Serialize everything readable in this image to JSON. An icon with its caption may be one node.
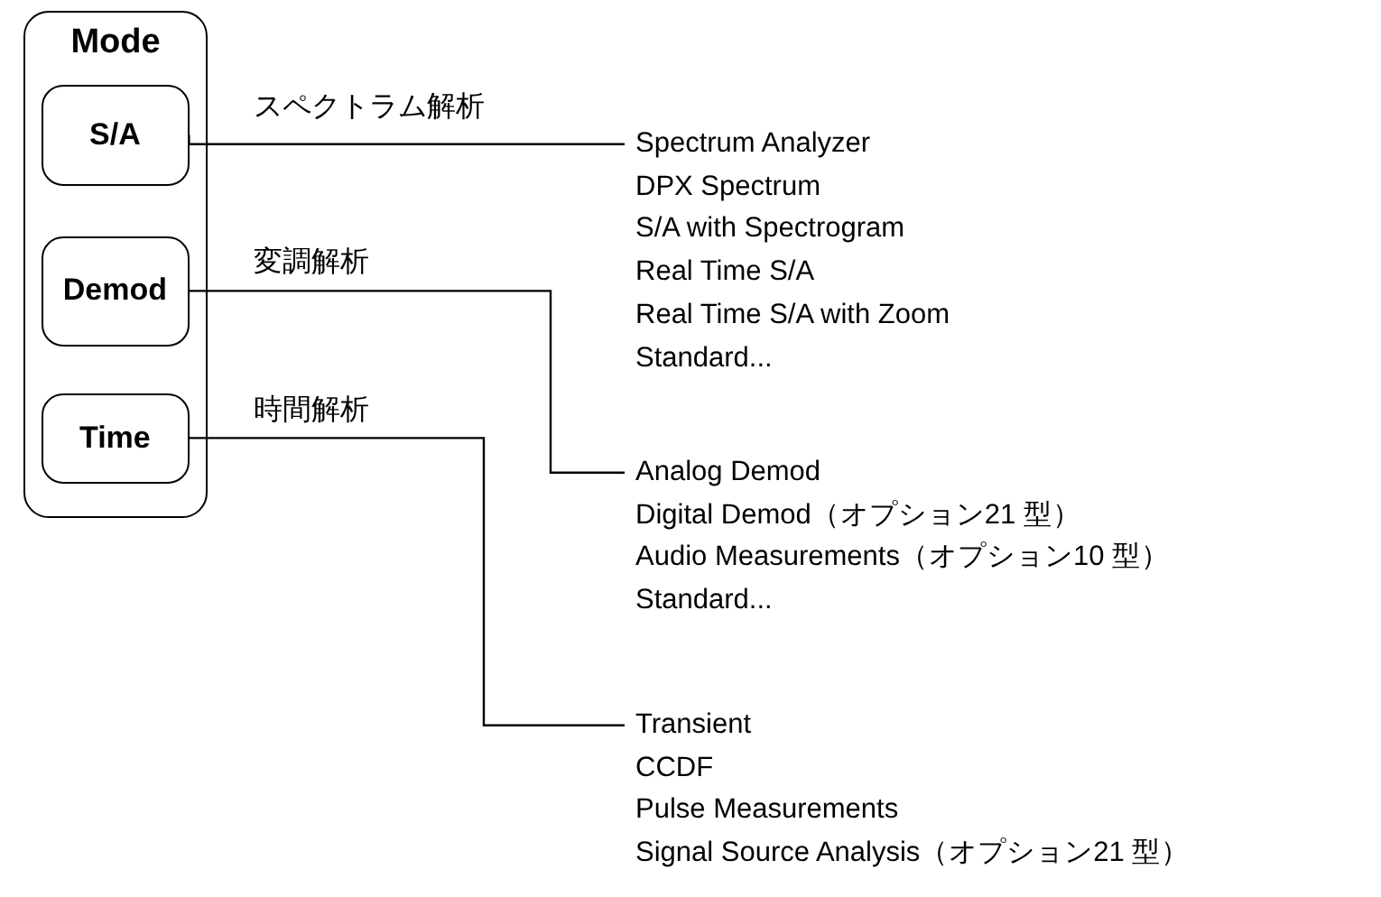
{
  "diagram": {
    "nodes": [
      {
        "text": [
          "Mode"
        ]
      },
      {
        "text": [
          "S/A"
        ],
        "in": 0
      },
      {
        "text": [
          "Demod"
        ],
        "in": 0
      },
      {
        "text": [
          "Time"
        ],
        "in": 0
      },
      {
        "text": [
          "Spectrum Analyzer",
          "DPX Spectrum",
          "S/A with Spectrogram",
          "Real Time S/A",
          "Real Time S/A with Zoom",
          "Standard..."
        ]
      },
      {
        "text": [
          "Analog Demod",
          "Digital Demod（オプション21 型）",
          "Audio Measurements（オプション10 型）",
          "Standard..."
        ]
      },
      {
        "text": [
          "Transient",
          "CCDF",
          "Pulse Measurements",
          "Signal Source Analysis（オプション21 型）"
        ]
      }
    ],
    "edges": [
      {
        "from": 1,
        "to": 4,
        "arrow": "none",
        "label": "スペクトラム解析"
      },
      {
        "from": 2,
        "to": 5,
        "arrow": "none",
        "label": "変調解析"
      },
      {
        "from": 3,
        "to": 6,
        "arrow": "none",
        "label": "時間解析"
      }
    ]
  }
}
